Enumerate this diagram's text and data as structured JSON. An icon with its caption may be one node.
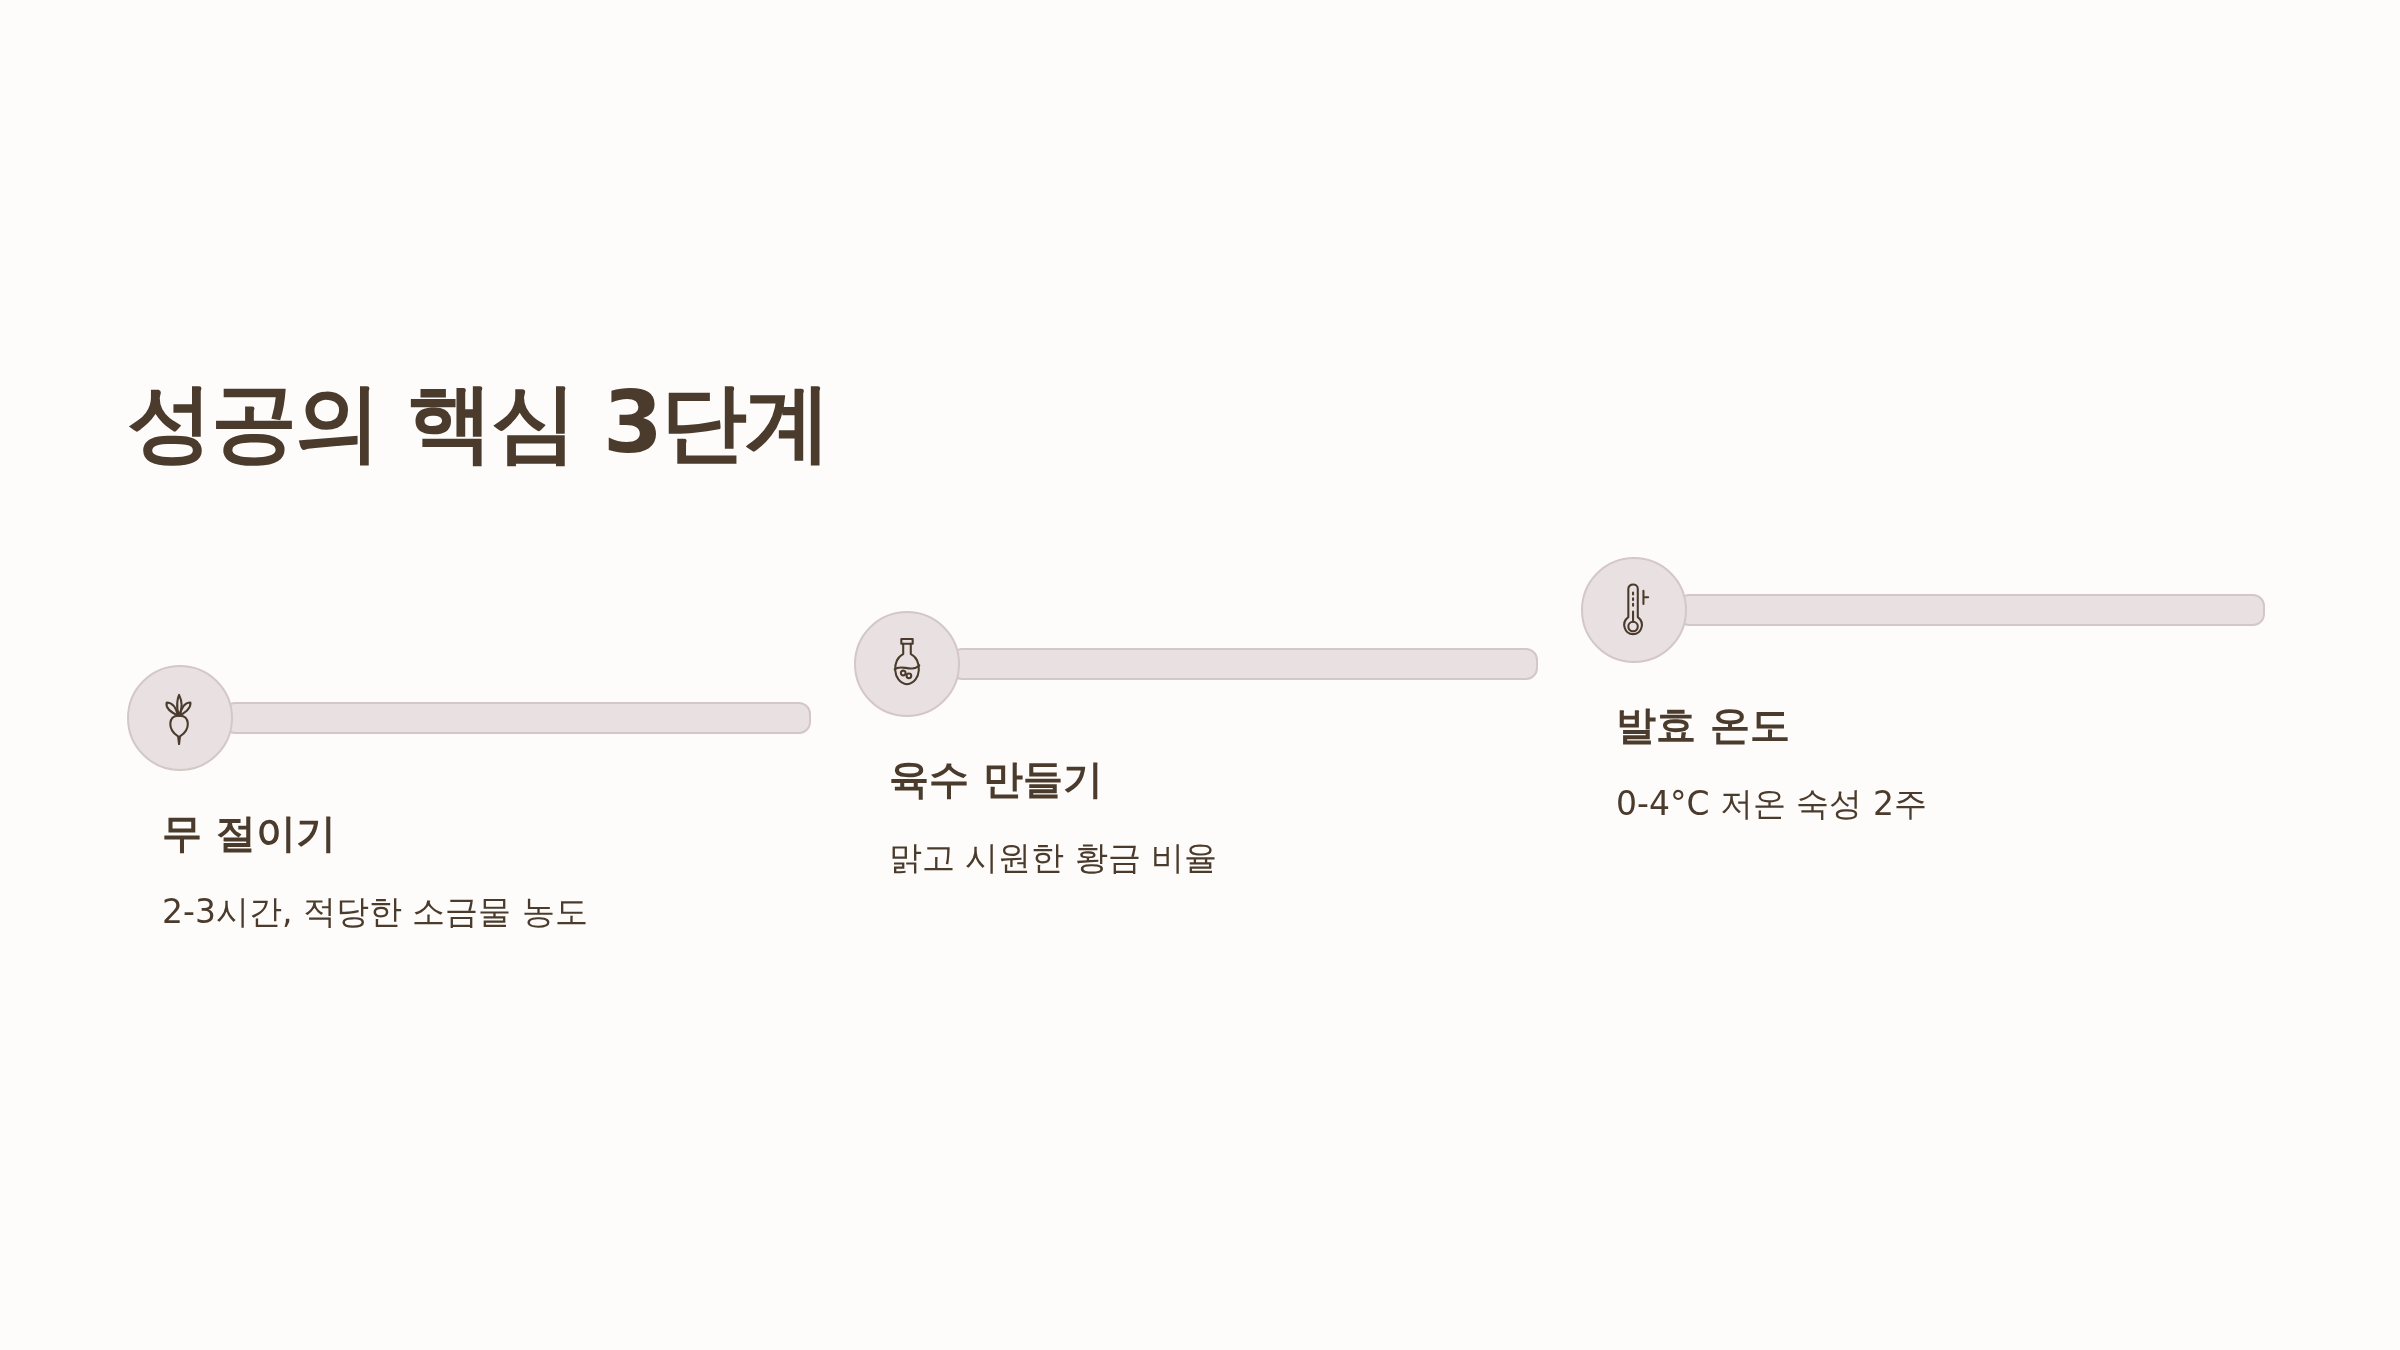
{
  "diagram": {
    "title": "성공의 핵심 3단계",
    "labels": [
      "무 절이기",
      "2-3시간, 적당한 소금물 농도",
      "육수 만들기",
      "맑고 시원한 황금 비율",
      "발효 온도",
      "0-4°C 저온 숙성 2주"
    ]
  }
}
